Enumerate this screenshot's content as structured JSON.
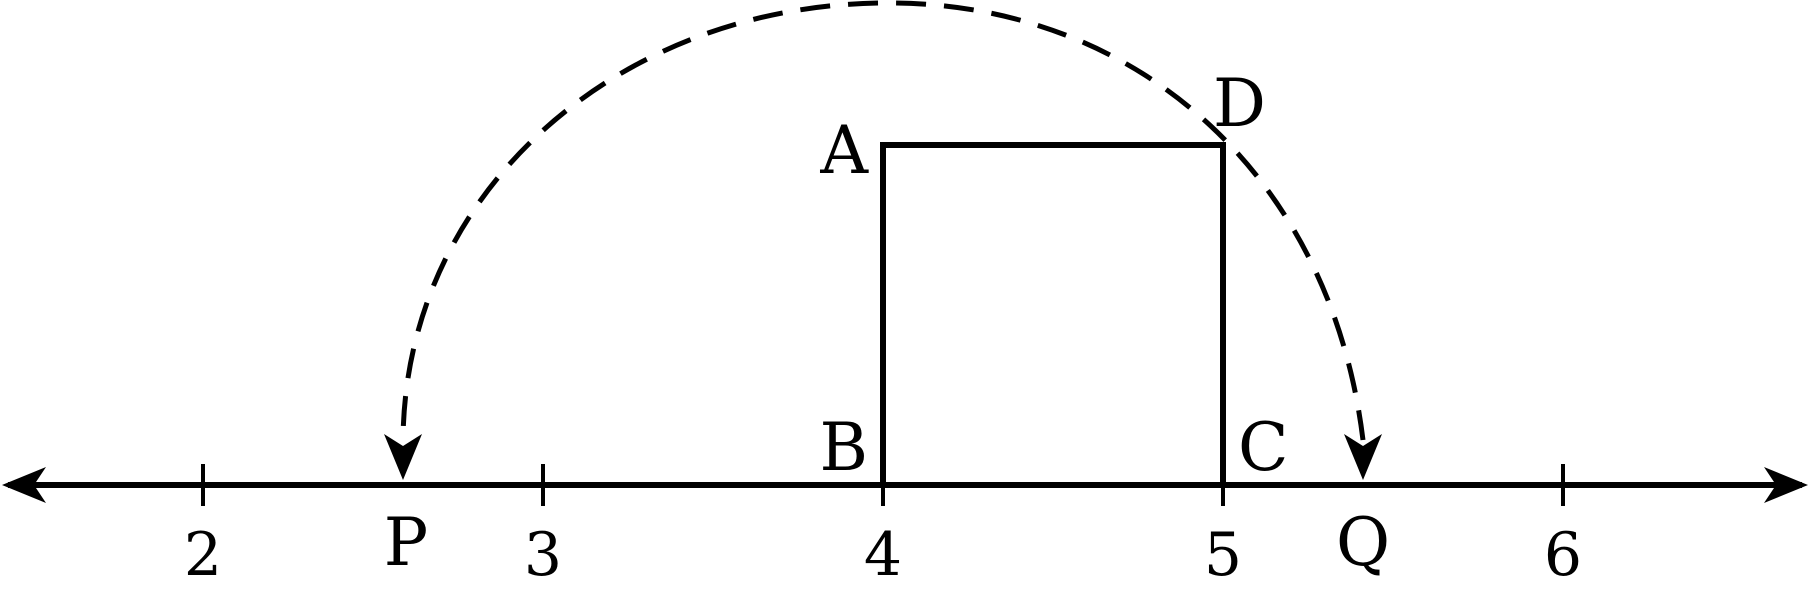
{
  "diagram": {
    "number_line": {
      "tick_labels": [
        "2",
        "3",
        "4",
        "5",
        "6"
      ],
      "tick_values": [
        2,
        3,
        4,
        5,
        6
      ]
    },
    "square": {
      "vertices": {
        "A": "A",
        "B": "B",
        "C": "C",
        "D": "D"
      },
      "side_length": 1
    },
    "points": {
      "P": "P",
      "Q": "Q"
    },
    "arc": {
      "style": "dashed",
      "arrows": "both-ends"
    },
    "colors": {
      "ink": "#000000",
      "background": "#ffffff"
    }
  }
}
